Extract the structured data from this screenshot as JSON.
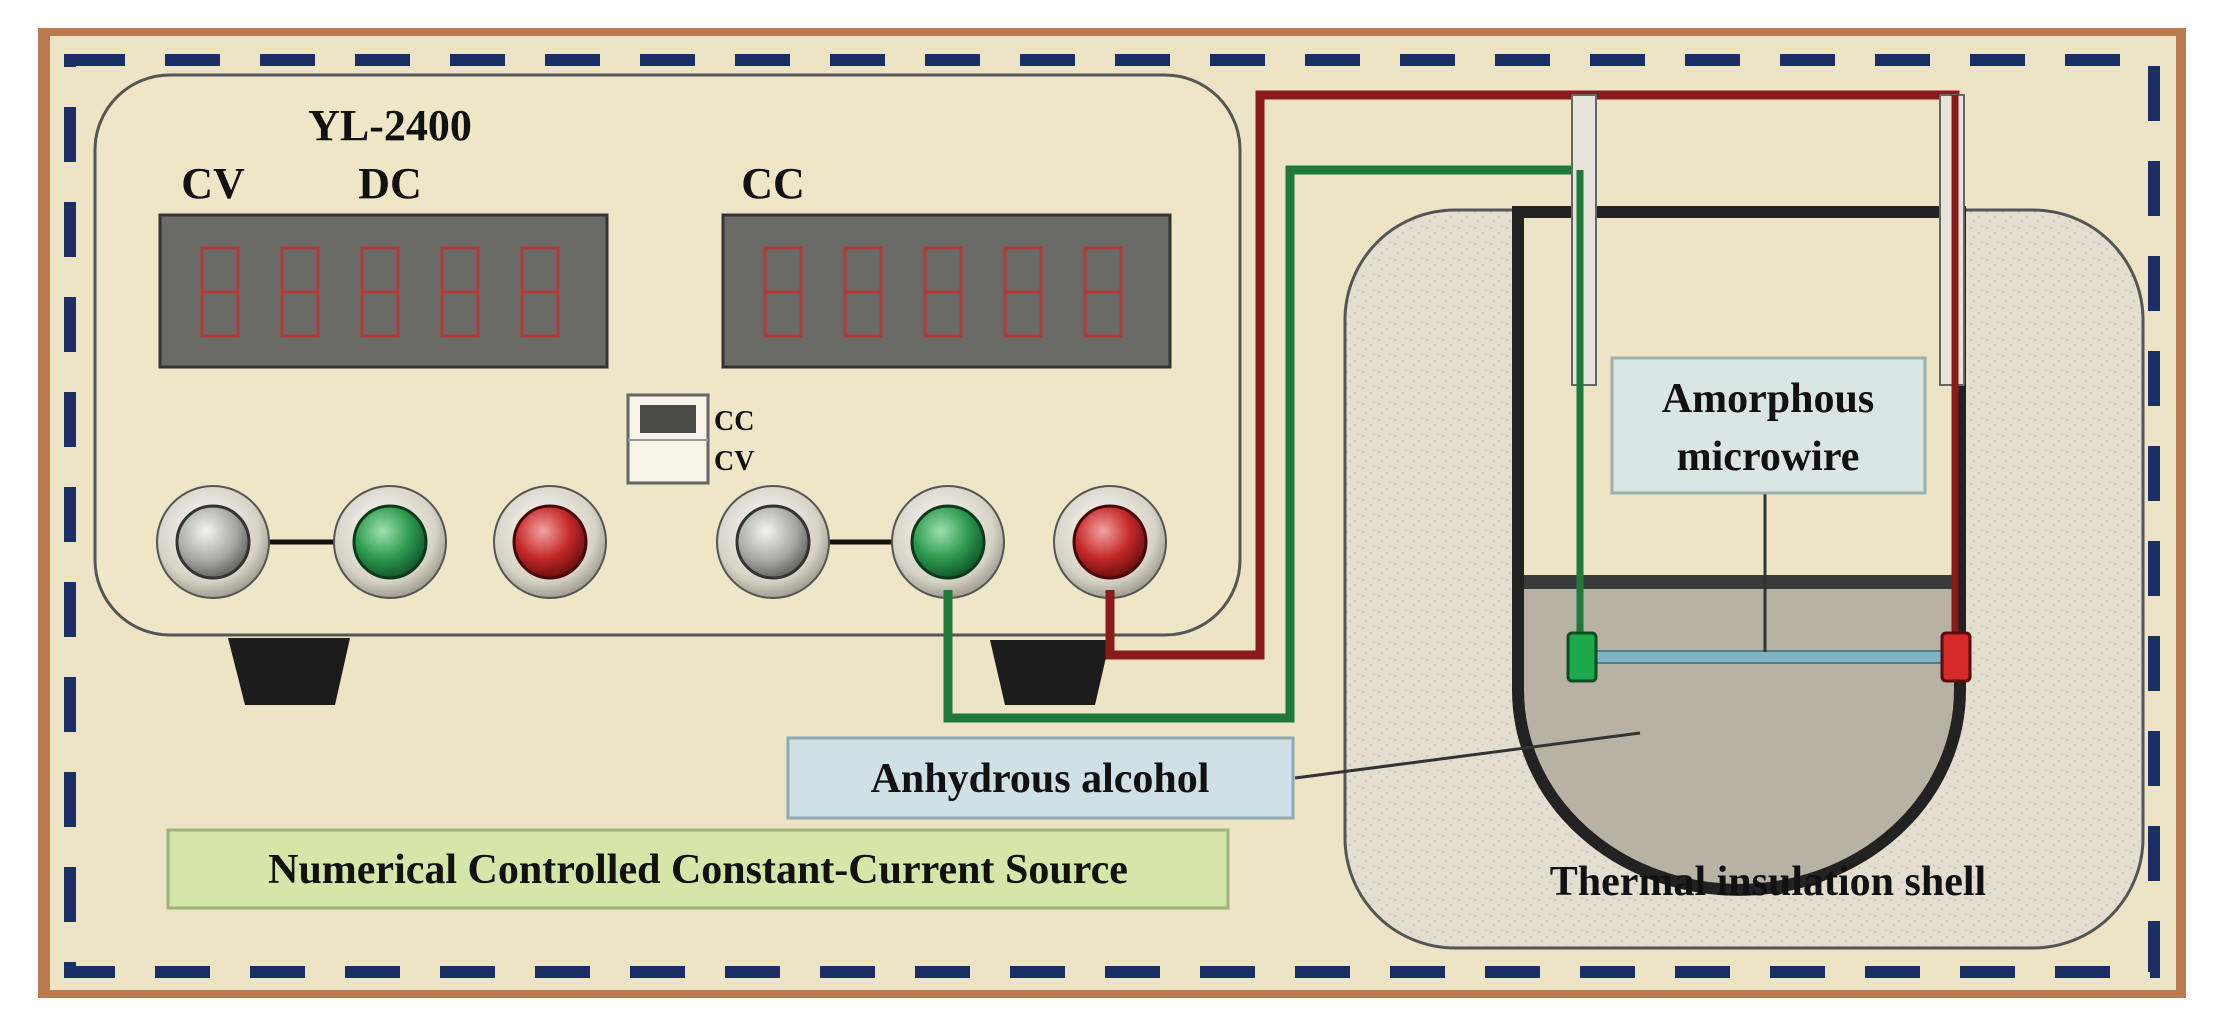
{
  "device": {
    "model": "YL-2400",
    "voltage_panel_labels": [
      "CV",
      "DC"
    ],
    "current_panel_label": "CC",
    "switch_labels": [
      "CC",
      "CV"
    ],
    "digits_per_display": 5
  },
  "labels": {
    "source": "Numerical Controlled Constant-Current Source",
    "alcohol": "Anhydrous alcohol",
    "microwire_line1": "Amorphous",
    "microwire_line2": "microwire",
    "shell": "Thermal insulation shell"
  },
  "colors": {
    "wire_positive": "#8b1a1a",
    "wire_negative": "#1f7a3a",
    "panel": "#efe6c8",
    "background": "#ede4c6",
    "border_dash": "#1a2f66",
    "frame": "#c98a5b",
    "label_green": "#d4e6a8",
    "label_blue": "#cfe0e6",
    "display": "#6a6a66",
    "segment": "#b33a3a",
    "microwire": "#7fb3c4"
  }
}
